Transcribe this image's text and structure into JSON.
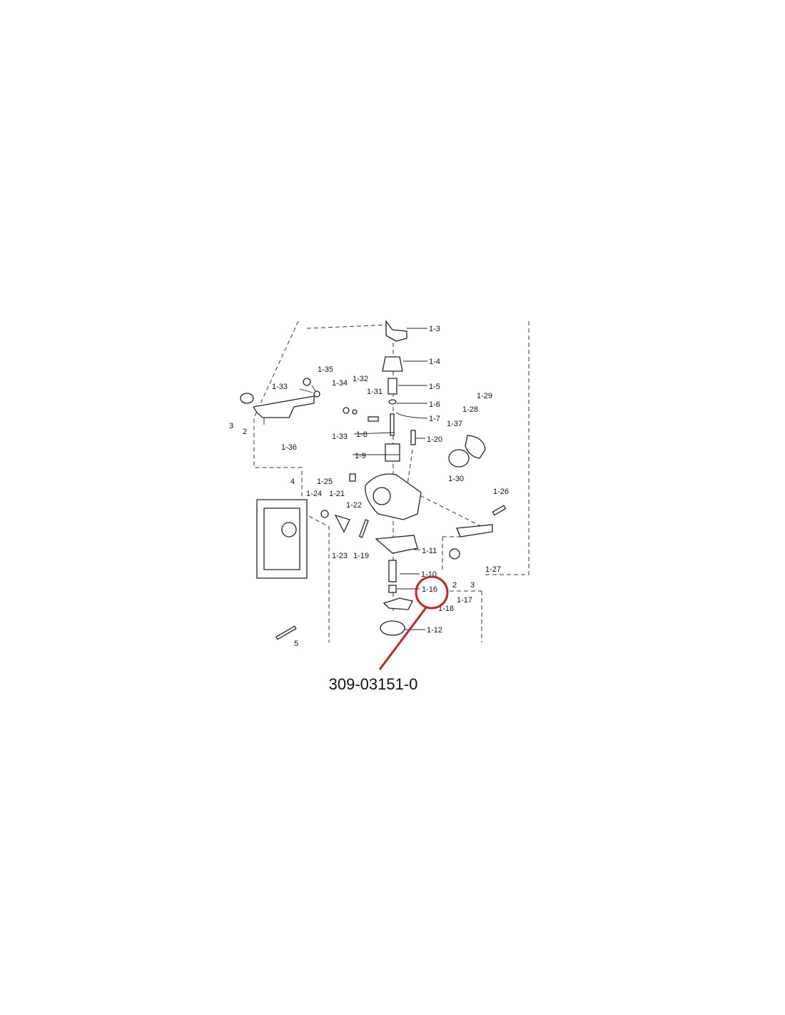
{
  "diagram": {
    "labels": [
      "1-3",
      "1-4",
      "1-35",
      "1-34",
      "1-32",
      "1-33",
      "1-31",
      "1-5",
      "1-29",
      "1-28",
      "1-6",
      "1-7",
      "1-37",
      "3",
      "2",
      "1-33",
      "1-8",
      "1-20",
      "1-36",
      "1-9",
      "1-30",
      "1-25",
      "4",
      "1-21",
      "1-24",
      "1-26",
      "1-22",
      "1-11",
      "1-23",
      "1-19",
      "1-27",
      "1-10",
      "1-16",
      "2",
      "3",
      "1-17",
      "1-18",
      "1-12",
      "5"
    ],
    "part_number": "309-03151-0",
    "highlighted_label": "1-16",
    "highlight_color": "#d0202a"
  }
}
